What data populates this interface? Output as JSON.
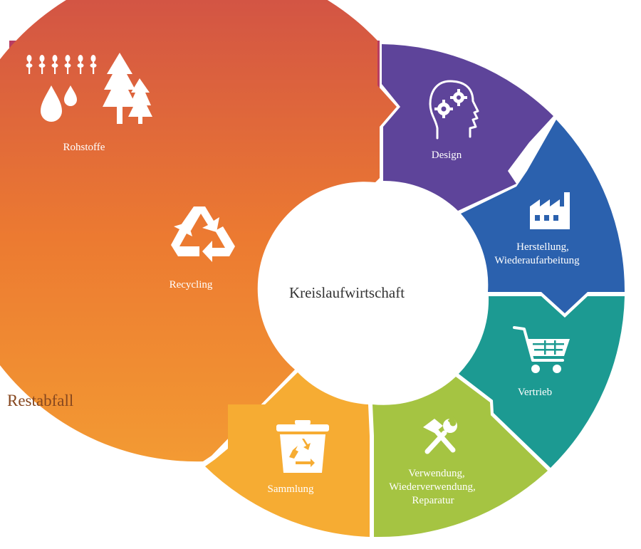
{
  "center": {
    "label": "Kreislaufwirtschaft"
  },
  "raw_materials": {
    "label": "Rohstoffe",
    "color": "#b83d62"
  },
  "waste": {
    "label": "Restabfall",
    "color": "#86471f"
  },
  "segments": [
    {
      "id": "design",
      "lines": [
        "Design"
      ],
      "color": "#5e449a",
      "icon": "head-gears-icon"
    },
    {
      "id": "herstellung",
      "lines": [
        "Herstellung,",
        "Wiederaufarbeitung"
      ],
      "color": "#2b61ae",
      "icon": "factory-icon"
    },
    {
      "id": "vertrieb",
      "lines": [
        "Vertrieb"
      ],
      "color": "#1c9a92",
      "icon": "shopping-cart-icon"
    },
    {
      "id": "verwendung",
      "lines": [
        "Verwendung,",
        "Wiederverwendung,",
        "Reparatur"
      ],
      "color": "#a5c442",
      "icon": "tools-icon"
    },
    {
      "id": "sammlung",
      "lines": [
        "Sammlung"
      ],
      "color": "#f6ac33",
      "icon": "recycling-bin-icon"
    },
    {
      "id": "recycling",
      "lines": [
        "Recycling"
      ],
      "color": "#ec7a31",
      "icon": "recycle-icon"
    }
  ]
}
